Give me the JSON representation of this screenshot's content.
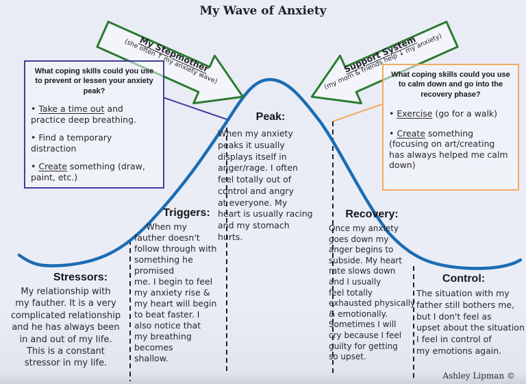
{
  "page": {
    "title": "My Wave of Anxiety",
    "credit": "Ashley Lipman ©"
  },
  "arrows": {
    "left": {
      "title": "My Stepmother",
      "sub": "(she often ↑ my anxiety wave)"
    },
    "right": {
      "title": "Support System",
      "sub": "(my mom & friends help ↓ my anxiety)"
    }
  },
  "coping_left": {
    "question": "What coping skills could you use to prevent or lessen your anxiety peak?",
    "items": [
      {
        "bullet": "•",
        "lead": "Take a time out",
        "rest": " and practice deep breathing."
      },
      {
        "bullet": "•",
        "lead": "",
        "rest": "Find a temporary distraction"
      },
      {
        "bullet": "•",
        "lead": "Create",
        "rest": " something (draw, paint, etc.)"
      }
    ]
  },
  "coping_right": {
    "question": "What coping skills could you use to calm down and go into the recovery phase?",
    "items": [
      {
        "bullet": "•",
        "lead": "Exercise",
        "rest": " (go for a walk)"
      },
      {
        "bullet": "•",
        "lead": "Create",
        "rest": " something (focusing on art/creating has always helped me calm down)"
      }
    ]
  },
  "sections": {
    "stressors": {
      "heading": "Stressors:",
      "text": "My relationship with\nmy fauther. It is a very\ncomplicated relationship\nand he has always been\nin and out of my life.\nThis is a constant\nstressor in my life."
    },
    "triggers": {
      "heading": "Triggers:",
      "text": "When my\nfauther doesn't\nfollow through with\nsomething he promised\nme. I begin to feel\nmy anxiety rise &\nmy heart will begin\nto beat faster. I\nalso notice that\nmy breathing becomes\nshallow."
    },
    "peak": {
      "heading": "Peak:",
      "text": "When my anxiety\npeaks it usually\ndisplays itself in\nanger/rage. I often\nfeel totally out of\ncontrol and angry\nat everyone. My\nheart is usually racing\nand my stomach\nhurts."
    },
    "recovery": {
      "heading": "Recovery:",
      "text": "Once my anxiety\ngoes down my\nanger begins to\nsubside. My heart\nrate slows down\nand I usually\nfeel totally\nexhausted physically\n& emotionally.\nSometimes I will\ncry because I feel\nguilty for getting\nso upset."
    },
    "control": {
      "heading": "Control:",
      "text": "The situation with my\nfather still bothers me,\nbut I don't feel as\nupset about the situation\nI feel in control of\nmy emotions again."
    }
  },
  "colors": {
    "wave": "#1b6cb3",
    "arrow_green": "#2b7a2e",
    "box_left_border": "#3f3f9e",
    "box_right_border": "#f2a95e",
    "dash": "#1f1f24"
  }
}
